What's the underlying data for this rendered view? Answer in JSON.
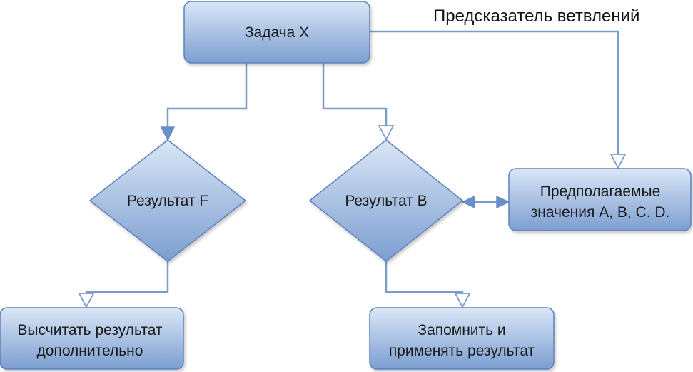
{
  "colors": {
    "node_fill_top": "#dae6f6",
    "node_fill_bottom": "#7c9ed0",
    "node_stroke": "#5d82bd",
    "edge": "#7a9ccb",
    "arrow_filled": "#6a8fc6",
    "arrow_open": "#ffffff"
  },
  "nodes": {
    "task": {
      "label": "Задача X"
    },
    "result_f": {
      "label": "Результат F"
    },
    "result_b": {
      "label": "Результат B"
    },
    "expected": {
      "line1": "Предполагаемые",
      "line2": "значения A, B, C. D."
    },
    "compute": {
      "line1": "Высчитать результат",
      "line2": "дополнительно"
    },
    "remember": {
      "line1": "Запомнить и",
      "line2": "применять результат"
    }
  },
  "labels": {
    "branch_predictor": "Предсказатель ветвлений"
  }
}
